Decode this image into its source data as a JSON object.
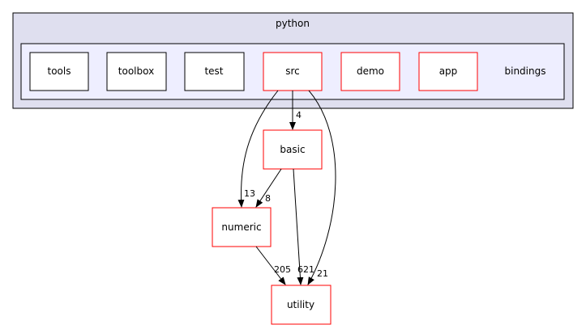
{
  "outer_cluster": {
    "label": "python",
    "fill": "#dfdfef",
    "border": "#000000"
  },
  "inner_cluster": {
    "label": "bindings",
    "fill": "#eeeeff",
    "border": "#000000"
  },
  "inner_nodes": [
    {
      "id": "tools",
      "label": "tools",
      "border": "#000000"
    },
    {
      "id": "toolbox",
      "label": "toolbox",
      "border": "#000000"
    },
    {
      "id": "test",
      "label": "test",
      "border": "#000000"
    },
    {
      "id": "src",
      "label": "src",
      "border": "#ff0000"
    },
    {
      "id": "demo",
      "label": "demo",
      "border": "#ff0000"
    },
    {
      "id": "app",
      "label": "app",
      "border": "#ff0000"
    }
  ],
  "outer_nodes": [
    {
      "id": "basic",
      "label": "basic",
      "border": "#ff0000"
    },
    {
      "id": "numeric",
      "label": "numeric",
      "border": "#ff0000"
    },
    {
      "id": "utility",
      "label": "utility",
      "border": "#ff0000"
    }
  ],
  "edges": [
    {
      "from": "src",
      "to": "basic",
      "label": "4"
    },
    {
      "from": "src",
      "to": "numeric",
      "label": "13"
    },
    {
      "from": "src",
      "to": "utility",
      "label": "21"
    },
    {
      "from": "basic",
      "to": "numeric",
      "label": "8"
    },
    {
      "from": "basic",
      "to": "utility",
      "label": "621"
    },
    {
      "from": "numeric",
      "to": "utility",
      "label": "205"
    }
  ]
}
